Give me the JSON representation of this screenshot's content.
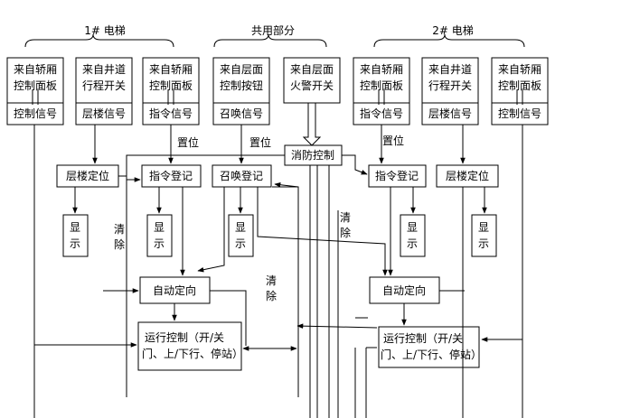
{
  "groups": {
    "elevator1": "1# 电梯",
    "shared": "共用部分",
    "elevator2": "2# 电梯"
  },
  "sources": {
    "car_panel_1": [
      "来自轿厢",
      "控制面板"
    ],
    "shaft_switch_1": [
      "来自井道",
      "行程开关"
    ],
    "car_panel_1b": [
      "来自轿厢",
      "控制面板"
    ],
    "landing_button": [
      "来自层面",
      "控制按钮"
    ],
    "landing_fire": [
      "来自层面",
      "火警开关"
    ],
    "car_panel_2": [
      "来自轿厢",
      "控制面板"
    ],
    "shaft_switch_2": [
      "来自井道",
      "行程开关"
    ],
    "car_panel_2b": [
      "来自轿厢",
      "控制面板"
    ]
  },
  "signals": {
    "ctrl_sig_1": "控制信号",
    "floor_sig_1": "层楼信号",
    "cmd_sig_1": "指令信号",
    "call_sig": "召唤信号",
    "cmd_sig_2": "指令信号",
    "floor_sig_2": "层楼信号",
    "ctrl_sig_2": "控制信号"
  },
  "fire_control": "消防控制",
  "registers": {
    "floor_pos_1": "层楼定位",
    "cmd_reg_1": "指令登记",
    "call_reg": "召唤登记",
    "cmd_reg_2": "指令登记",
    "floor_pos_2": "层楼定位"
  },
  "display_chars": [
    "显",
    "示"
  ],
  "auto_position": "自动定向",
  "run_control_1": [
    "运行控制（开/关",
    "门、上/下行、停站）"
  ],
  "run_control_2": [
    "运行控制（开/关",
    "门、上/下行、停站）"
  ],
  "labels": {
    "set1": "置位",
    "set2": "置位",
    "set3": "置位",
    "clear_chars": [
      "清",
      "除"
    ]
  }
}
